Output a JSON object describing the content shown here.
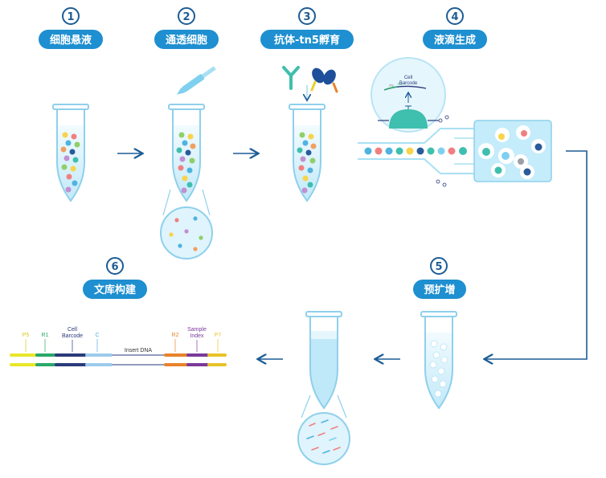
{
  "steps": [
    {
      "number": "1",
      "label": "细胞悬液"
    },
    {
      "number": "2",
      "label": "通透细胞"
    },
    {
      "number": "3",
      "label": "抗体-tn5孵育"
    },
    {
      "number": "4",
      "label": "液滴生成"
    },
    {
      "number": "5",
      "label": "预扩增"
    },
    {
      "number": "6",
      "label": "文库构建"
    }
  ],
  "bubble": {
    "line1": "Cell",
    "line2": "Barcode",
    "small_left": "P5",
    "small_right": "R1"
  },
  "library": {
    "p5": "P5",
    "r1": "R1",
    "cell_barcode_1": "Cell",
    "cell_barcode_2": "Barcode",
    "c": "C",
    "insert": "Insert DNA",
    "r2": "R2",
    "sample_index_1": "Sample",
    "sample_index_2": "Index",
    "p7": "P7"
  },
  "colors": {
    "pill": "#1e8fd0",
    "step_number": "#1d5c95",
    "arrow": "#1d5c95",
    "tube_outline": "#8fd0ec",
    "liquid": "#cfeefa",
    "p5": "#e8e62a",
    "r1": "#2aa86a",
    "barcode": "#2a3a7a",
    "c": "#9ccbea",
    "r2": "#e8832a",
    "sample_index": "#7a3a9a",
    "p7": "#e8c22a"
  },
  "icons": [
    "pipette-icon",
    "antibody-icon",
    "tn5-icon",
    "arrow-right-icon",
    "arrow-left-icon"
  ]
}
